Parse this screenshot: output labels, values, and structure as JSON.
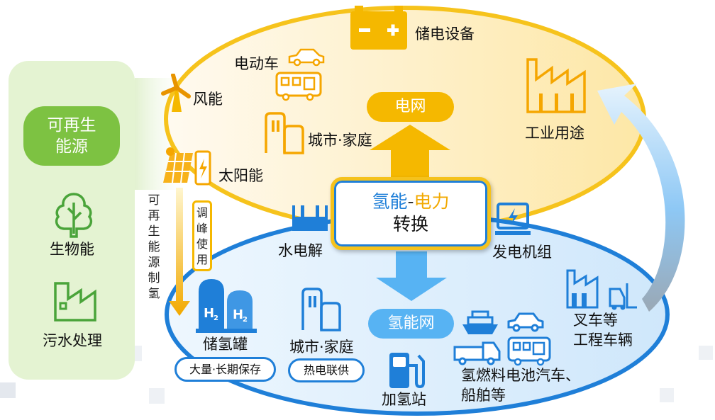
{
  "renewable": {
    "title": "可再生能源",
    "title_line1": "可再生",
    "title_line2": "能源",
    "biomass": "生物能",
    "sewage": "污水处理"
  },
  "grid_side": {
    "storage": "储电设备",
    "ev": "电动车",
    "wind": "风能",
    "city": "城市·家庭",
    "solar": "太阳能",
    "grid": "电网",
    "industry": "工业用途"
  },
  "center": {
    "part1": "氢能",
    "dash": "-",
    "part2": "电力",
    "line2": "转换"
  },
  "hydrogen_side": {
    "electrolysis": "水电解",
    "generator": "发电机组",
    "renewable_h2": "可再生能源制氢",
    "peak": "调峰使用",
    "tank": "储氢罐",
    "tank_badge": "大量·长期保存",
    "city": "城市·家庭",
    "city_badge": "热电联供",
    "h2grid": "氢能网",
    "station": "加氢站",
    "forklift_line1": "叉车等",
    "forklift_line2": "工程车辆",
    "vehicles_line1": "氢燃料电池汽车、",
    "vehicles_line2": "船舶等"
  },
  "colors": {
    "yellow": "#f5b800",
    "orange": "#f08a00",
    "blue": "#1f7fd8",
    "light_blue": "#57b3f3",
    "green": "#7dc242",
    "panel_green": "#e4f3d2"
  }
}
